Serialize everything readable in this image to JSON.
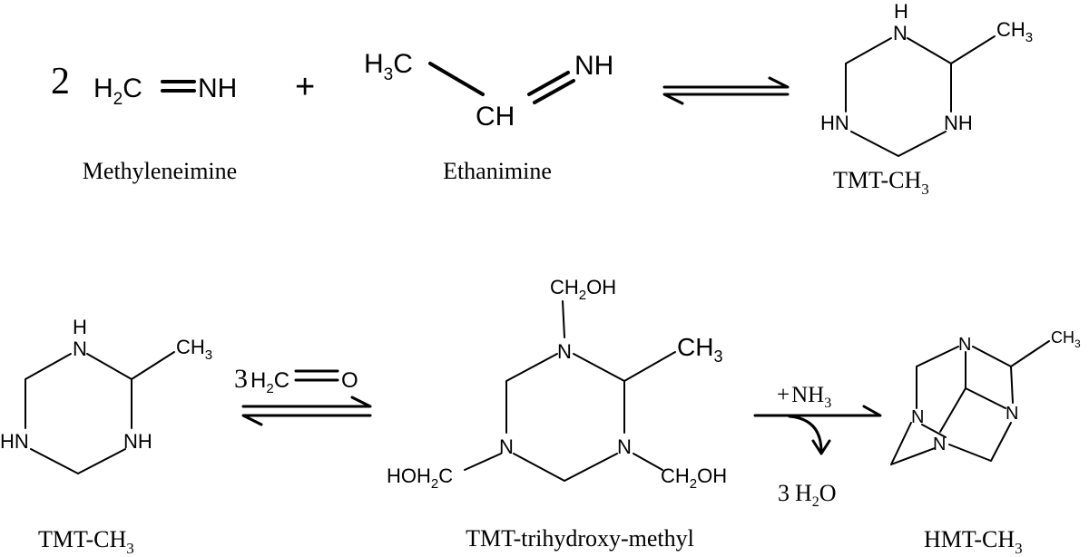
{
  "row1": {
    "coef_methyleneimine": "2",
    "methyleneimine": {
      "left": "H",
      "left_sub": "2",
      "left_tail": "C",
      "right": "NH"
    },
    "plus": "+",
    "ethanimine": {
      "methyl": "H",
      "methyl_sub": "3",
      "methyl_tail": "C",
      "ch": "CH",
      "nh": "NH"
    },
    "product": {
      "nh_top": "H",
      "n_top": "N",
      "ch3": "CH",
      "ch3_sub": "3",
      "hn_left": "HN",
      "nh_right": "NH"
    },
    "captions": {
      "methyleneimine": "Methyleneimine",
      "ethanimine": "Ethanimine",
      "product_main": "TMT-CH",
      "product_sub": "3"
    }
  },
  "row2": {
    "reactant": {
      "h_top": "H",
      "n_top": "N",
      "ch3": "CH",
      "ch3_sub": "3",
      "hn_left": "HN",
      "nh_right": "NH"
    },
    "reagent1": {
      "coef": "3",
      "h": "H",
      "h_sub": "2",
      "c": "C",
      "o": "O"
    },
    "intermediate": {
      "top": "CH",
      "top_sub": "2",
      "top_tail": "OH",
      "n_top": "N",
      "ch3": "CH",
      "ch3_sub": "3",
      "n_left": "N",
      "n_right": "N",
      "left": "HOH",
      "left_sub": "2",
      "left_tail": "C",
      "right": "CH",
      "right_sub": "2",
      "right_tail": "OH"
    },
    "reagent2": {
      "plus": "+",
      "nh": "NH",
      "nh_sub": "3",
      "coef": "3",
      "h": "H",
      "h_sub": "2",
      "o": "O"
    },
    "product": {
      "n_top": "N",
      "n_left": "N",
      "n_right": "N",
      "n_bottom": "N",
      "ch3": "CH",
      "ch3_sub": "3"
    },
    "captions": {
      "reactant_main": "TMT-CH",
      "reactant_sub": "3",
      "intermediate": "TMT-trihydroxy-methyl",
      "product_main": "HMT-CH",
      "product_sub": "3"
    }
  }
}
